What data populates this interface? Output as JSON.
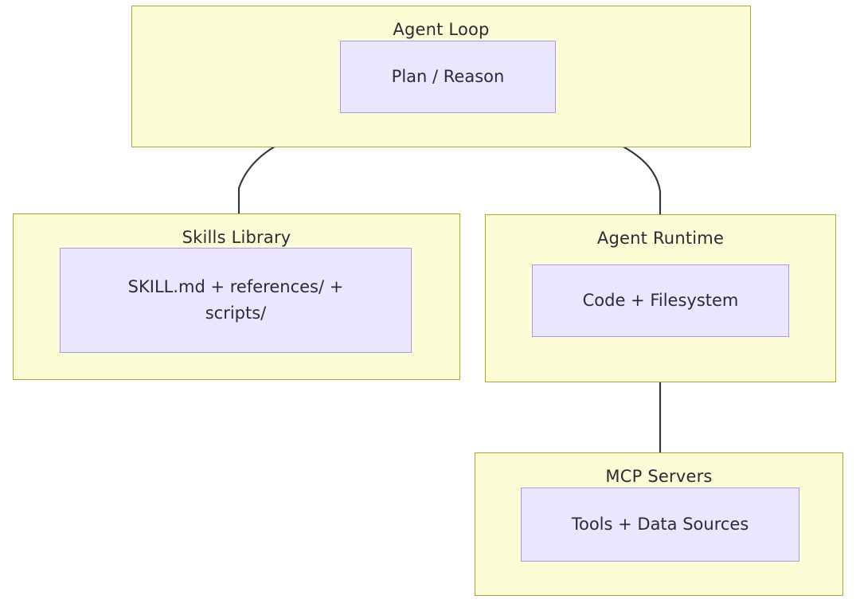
{
  "diagram": {
    "type": "flowchart",
    "background_color": "#ffffff",
    "container_fill": "#fcfcd6",
    "container_stroke": "#aaaa33",
    "node_fill": "#eae6fd",
    "node_stroke": "#a798ea",
    "edge_color": "#333340",
    "text_color": "#2b2b36",
    "containers": [
      {
        "id": "agent-loop",
        "title": "Agent Loop",
        "node": {
          "id": "plan-reason",
          "label": "Plan / Reason"
        }
      },
      {
        "id": "skills-library",
        "title": "Skills Library",
        "node": {
          "id": "skill-md",
          "label": "SKILL.md + references/ + scripts/",
          "line1": "SKILL.md + references/ +",
          "line2": "scripts/"
        }
      },
      {
        "id": "agent-runtime",
        "title": "Agent Runtime",
        "node": {
          "id": "code-filesystem",
          "label": "Code + Filesystem"
        }
      },
      {
        "id": "mcp-servers",
        "title": "MCP Servers",
        "node": {
          "id": "tools-data-sources",
          "label": "Tools + Data Sources"
        }
      }
    ],
    "edges": [
      {
        "id": "edge-plan-skills",
        "from": "plan-reason",
        "to": "skill-md",
        "style": "curved",
        "arrows": "both"
      },
      {
        "id": "edge-plan-runtime",
        "from": "plan-reason",
        "to": "code-filesystem",
        "style": "curved",
        "arrows": "end"
      },
      {
        "id": "edge-runtime-mcp",
        "from": "code-filesystem",
        "to": "tools-data-sources",
        "style": "straight",
        "arrows": "both"
      }
    ]
  }
}
